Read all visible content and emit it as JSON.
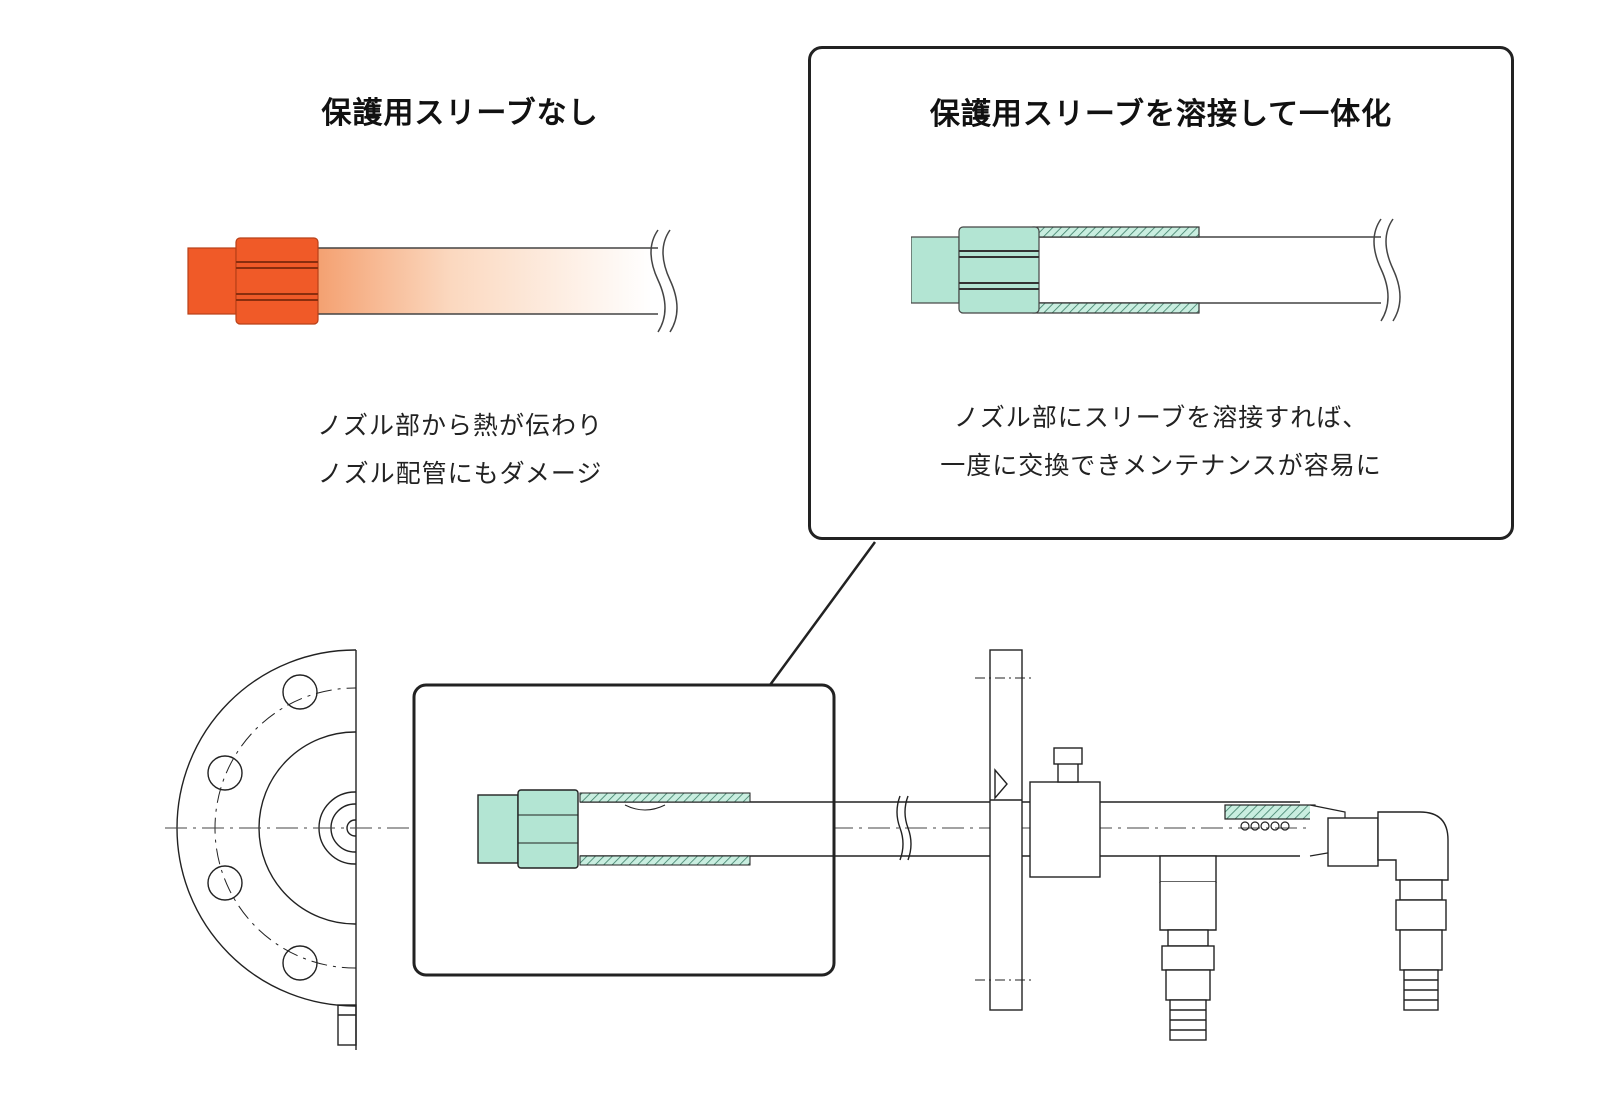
{
  "left_panel": {
    "title": "保護用スリーブなし",
    "caption_line1": "ノズル部から熱が伝わり",
    "caption_line2": "ノズル配管にもダメージ"
  },
  "right_panel": {
    "title": "保護用スリーブを溶接して一体化",
    "caption_line1": "ノズル部にスリーブを溶接すれば、",
    "caption_line2": "一度に交換できメンテナンスが容易に"
  },
  "colors": {
    "nozzle_hot": "#f05a28",
    "nozzle_cool": "#b3e5d3",
    "outline": "#222222",
    "sleeve_hatch": "#4c8f78"
  }
}
